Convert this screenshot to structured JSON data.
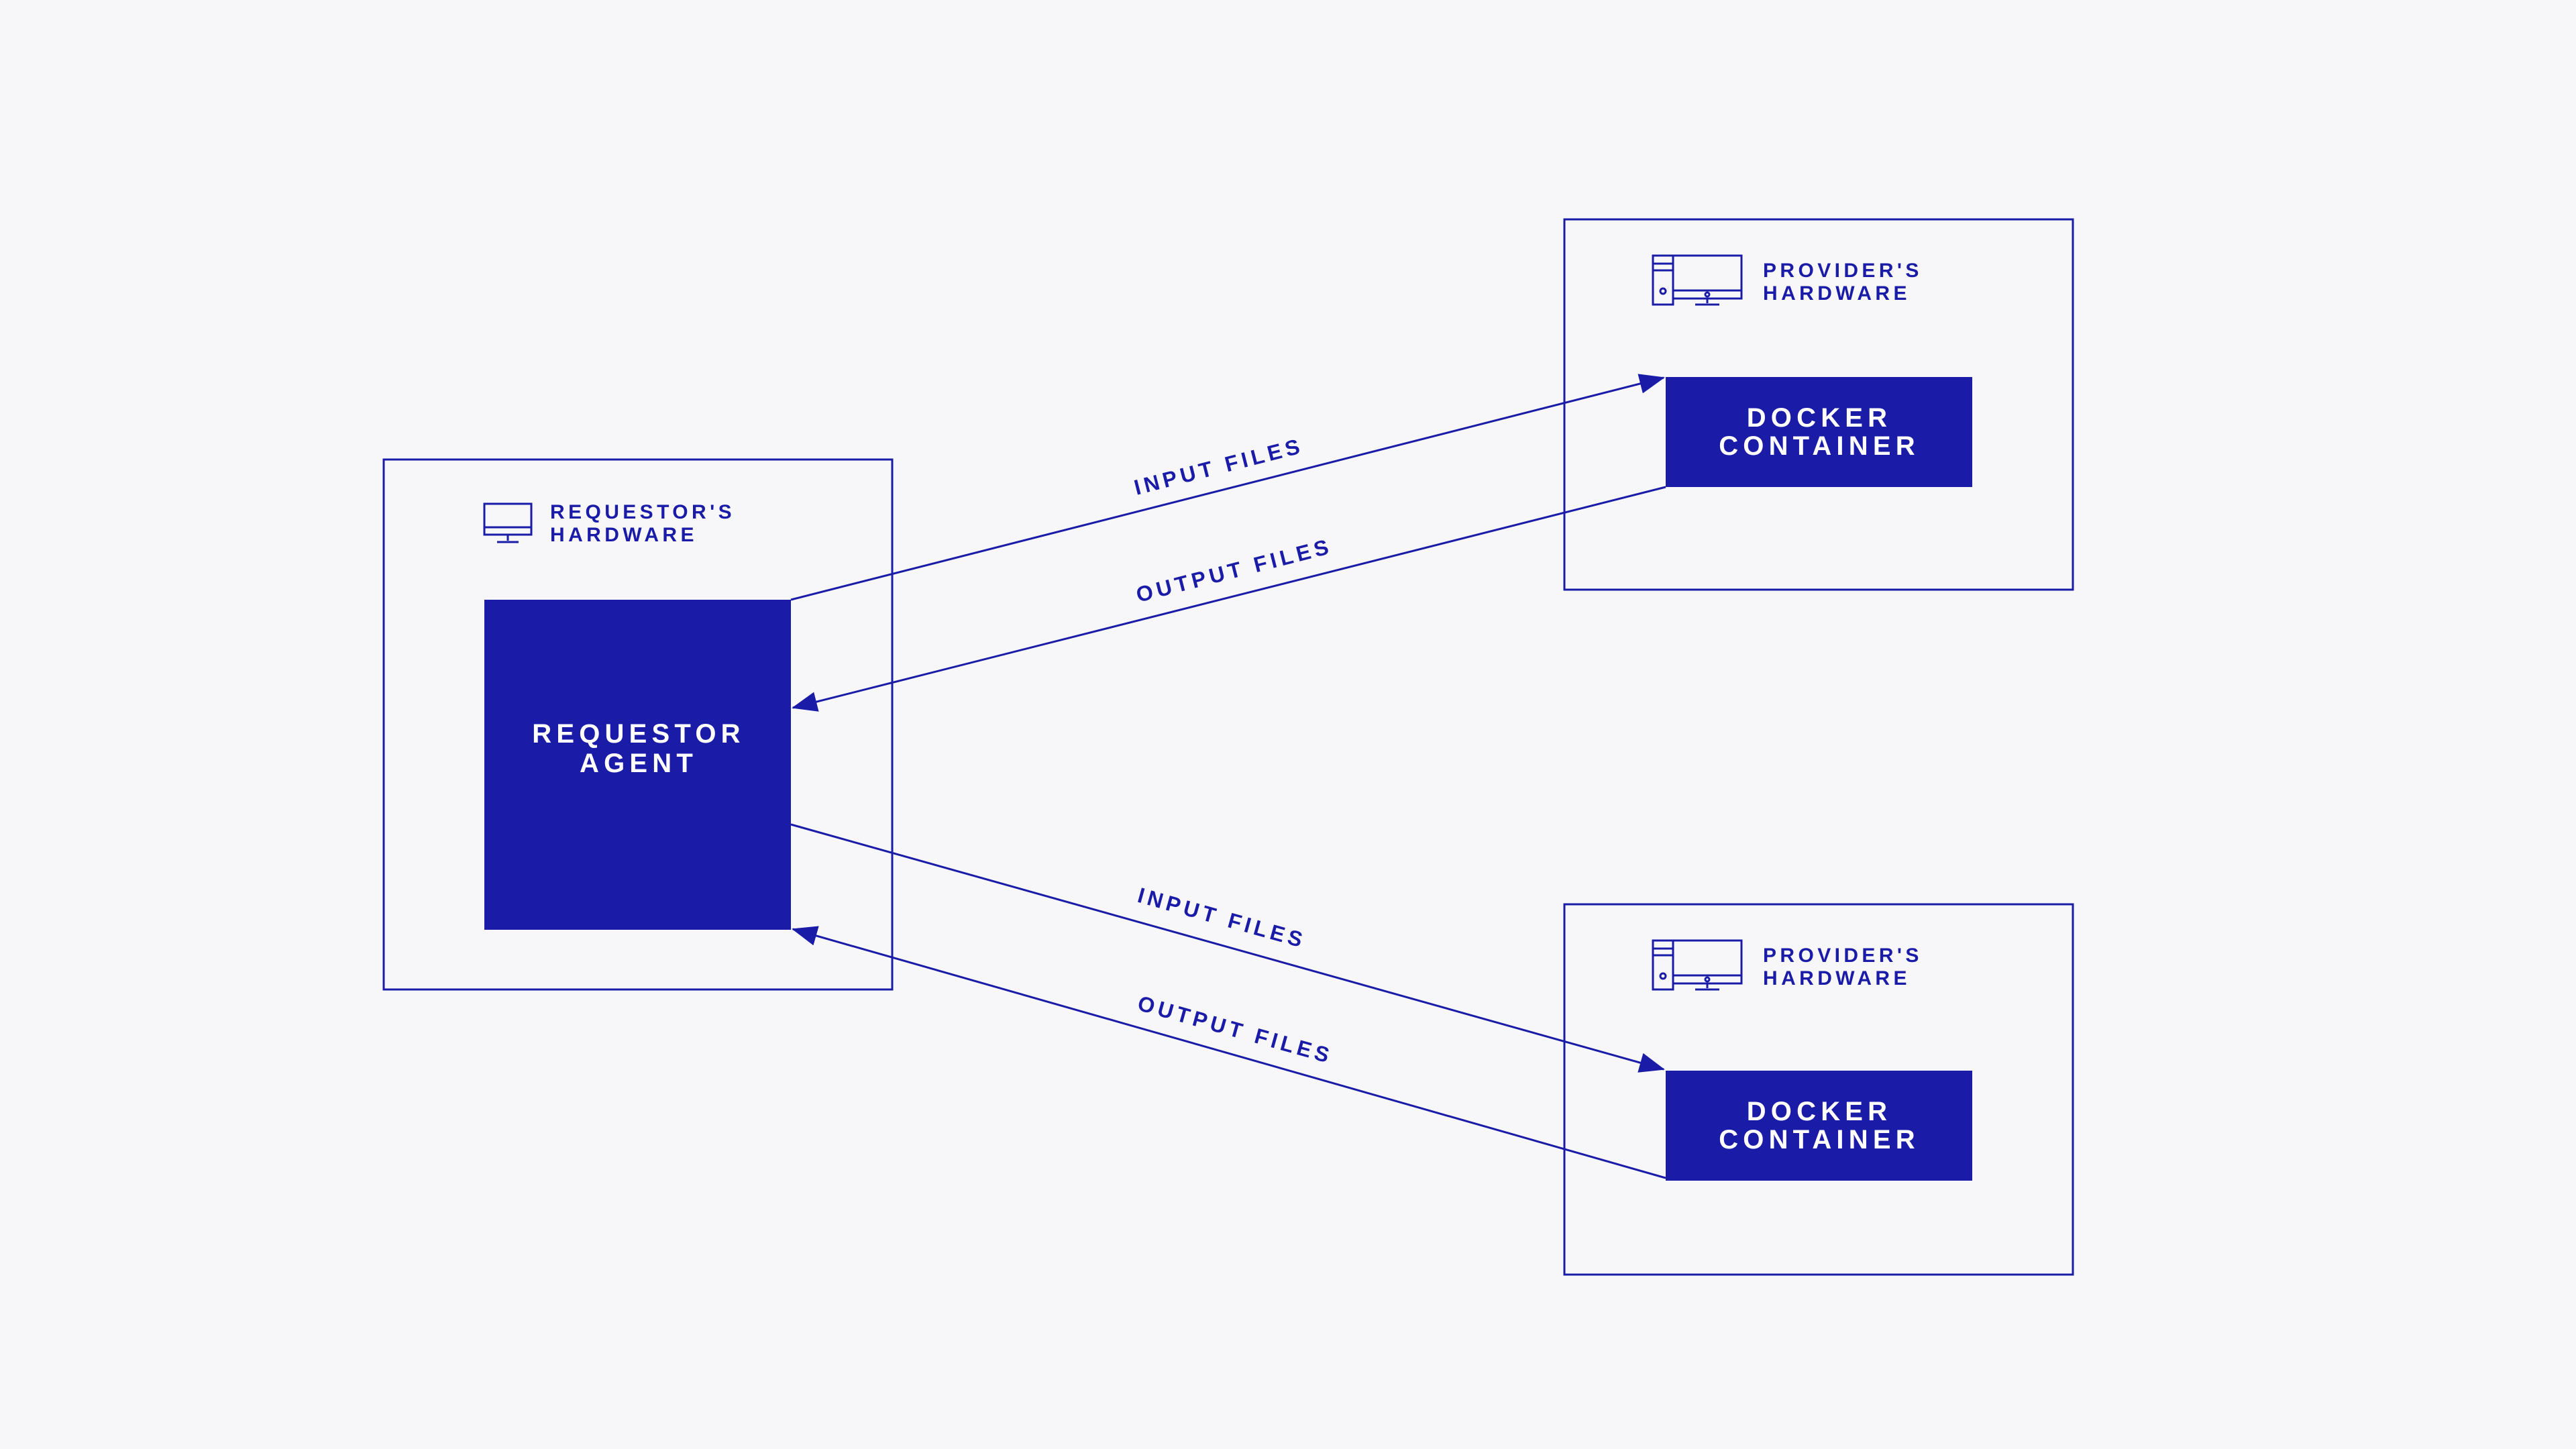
{
  "colors": {
    "background": "#f7f7fa",
    "accent": "#1a1ca8",
    "box_text": "#ffffff"
  },
  "requestor": {
    "hardware_line1": "REQUESTOR'S",
    "hardware_line2": "HARDWARE",
    "icon": "monitor-icon",
    "agent_line1": "REQUESTOR",
    "agent_line2": "AGENT"
  },
  "providers": [
    {
      "hardware_line1": "PROVIDER'S",
      "hardware_line2": "HARDWARE",
      "icon": "desktop-computer-icon",
      "container_line1": "DOCKER",
      "container_line2": "CONTAINER"
    },
    {
      "hardware_line1": "PROVIDER'S",
      "hardware_line2": "HARDWARE",
      "icon": "desktop-computer-icon",
      "container_line1": "DOCKER",
      "container_line2": "CONTAINER"
    }
  ],
  "edges": {
    "top_input": "INPUT FILES",
    "top_output": "OUTPUT FILES",
    "bottom_input": "INPUT FILES",
    "bottom_output": "OUTPUT FILES"
  }
}
